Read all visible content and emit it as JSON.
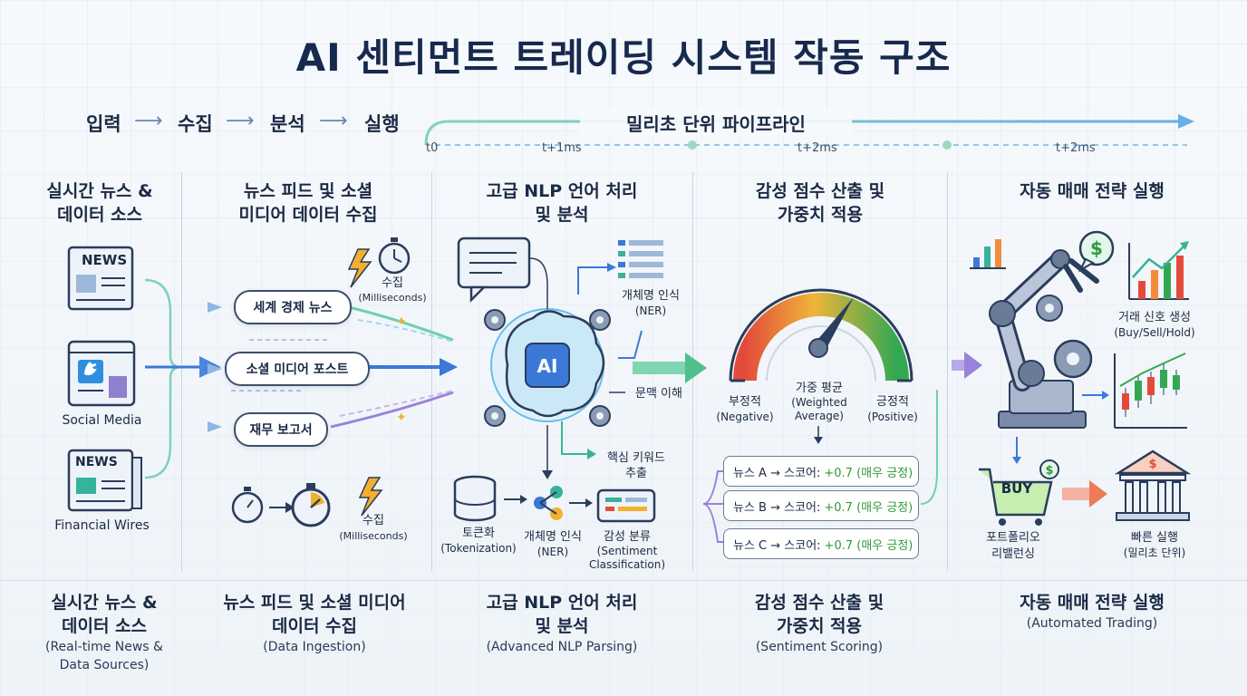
{
  "title": "AI 센티먼트 트레이딩 시스템 작동 구조",
  "flow": [
    "입력",
    "수집",
    "분석",
    "실행"
  ],
  "pipeline": {
    "label": "밀리초 단위 파이프라인",
    "ticks": [
      "t0",
      "t+1ms",
      "t+2ms",
      "t+2ms"
    ]
  },
  "columns": {
    "sources": {
      "header": "실시간 뉴스 &\n데이터 소스",
      "items": [
        "Social Media",
        "Financial Wires"
      ],
      "news_tag": "NEWS"
    },
    "ingestion": {
      "header": "뉴스 피드 및 소셜\n미디어 데이터 수집",
      "pills": [
        "세계 경제 뉴스",
        "소셜 미디어 포스트",
        "재무 보고서"
      ],
      "collect": "수집",
      "ms": "(Milliseconds)"
    },
    "nlp": {
      "header": "고급 NLP 언어 처리\n및 분석",
      "center": "AI",
      "ner": "개체명 인식",
      "ner_en": "(NER)",
      "context": "문맥 이해",
      "keywords": "핵심 키워드\n추출",
      "tokenize": "토큰화",
      "tokenize_en": "(Tokenization)",
      "ner2": "개체명 인식",
      "ner2_en": "(NER)",
      "sentiment": "감성 분류",
      "sentiment_en": "(Sentiment\nClassification)"
    },
    "scoring": {
      "header": "감성 점수 산출 및\n가중치 적용",
      "negative": "부정적",
      "negative_en": "(Negative)",
      "weighted": "가중 평균",
      "weighted_en": "(Weighted\nAverage)",
      "positive": "긍정적",
      "positive_en": "(Positive)",
      "scores": [
        {
          "text": "뉴스 A → 스코어:",
          "value": "+0.7 (매우 긍정)"
        },
        {
          "text": "뉴스 B → 스코어:",
          "value": "+0.7 (매우 긍정)"
        },
        {
          "text": "뉴스 C → 스코어:",
          "value": "+0.7 (매우 긍정)"
        }
      ]
    },
    "trading": {
      "header": "자동 매매 전략 실행",
      "signal": "거래 신호 생성",
      "signal_en": "(Buy/Sell/Hold)",
      "buy": "BUY",
      "rebalance": "포트폴리오\n리밸런싱",
      "fast": "빠른 실행",
      "fast_en": "(밀리초 단위)"
    }
  },
  "footer": [
    {
      "title": "실시간 뉴스 &\n데이터 소스",
      "sub": "(Real-time News &\nData Sources)"
    },
    {
      "title": "뉴스 피드 및 소셜 미디어\n데이터 수집",
      "sub": "(Data Ingestion)"
    },
    {
      "title": "고급 NLP 언어 처리\n및 분석",
      "sub": "(Advanced NLP Parsing)"
    },
    {
      "title": "감성 점수 산출 및\n가중치 적용",
      "sub": "(Sentiment Scoring)"
    },
    {
      "title": "자동 매매 전략 실행",
      "sub": "(Automated Trading)"
    }
  ],
  "colors": {
    "accent_blue": "#3b78d8",
    "teal": "#36b39a",
    "purple": "#8b6fd6",
    "negative": "#e24b3b",
    "neutral": "#f0b43a",
    "positive": "#33a852",
    "navy": "#17294d"
  }
}
